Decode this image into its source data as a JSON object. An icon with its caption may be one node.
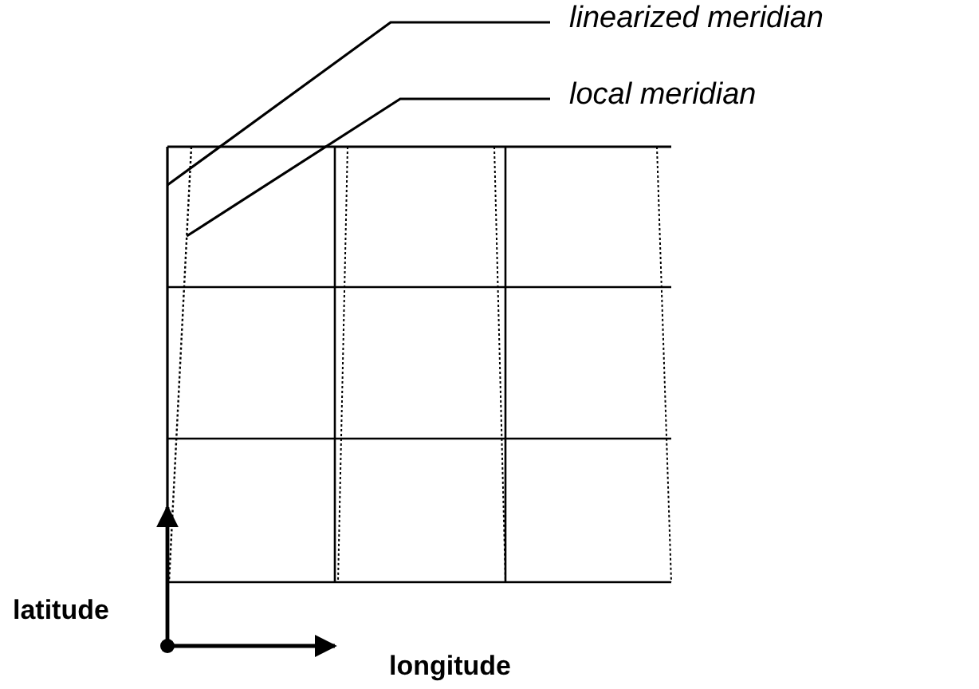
{
  "diagram": {
    "nodes": [
      {
        "text": [
          "linearized meridian"
        ]
      },
      {
        "text": [
          "local meridian"
        ]
      },
      {
        "text": [],
        "shape": "line"
      },
      {
        "text": [],
        "shape": "line"
      }
    ],
    "edges": [
      {
        "from": 0,
        "to": 2,
        "arrow": "none"
      },
      {
        "from": 1,
        "to": 3,
        "arrow": "none"
      }
    ],
    "labels": [
      "latitude",
      "longitude"
    ]
  }
}
